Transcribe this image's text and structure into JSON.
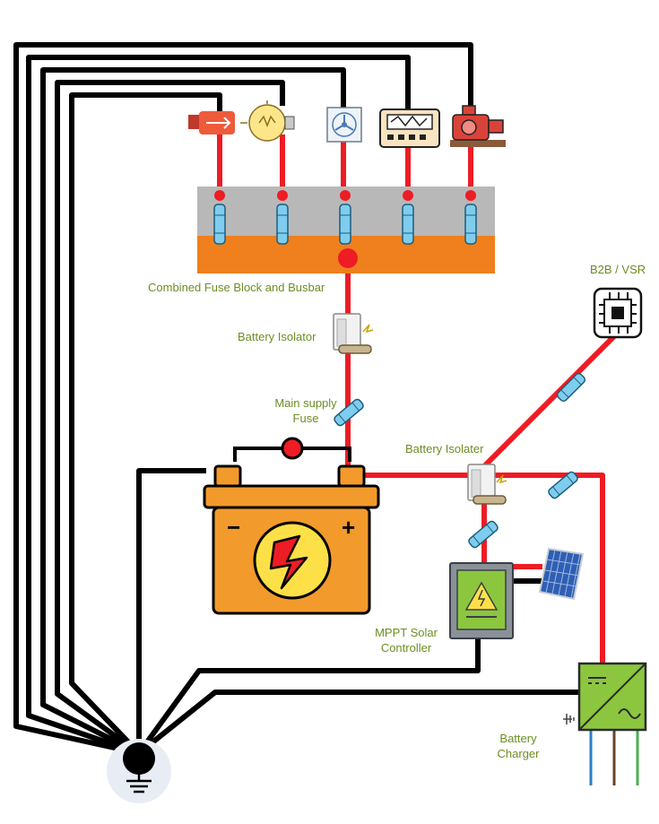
{
  "labels": {
    "fuse_block": "Combined Fuse Block and Busbar",
    "battery_isolator_top": "Battery Isolator",
    "main_fuse_line1": "Main supply",
    "main_fuse_line2": "Fuse",
    "battery_isolator_right": "Battery Isolater",
    "b2b": "B2B / VSR",
    "mppt_line1": "MPPT Solar",
    "mppt_line2": "Controller",
    "charger_line1": "Battery",
    "charger_line2": "Charger"
  },
  "battery": {
    "negative_symbol": "−",
    "positive_symbol": "+"
  },
  "loads": [
    {
      "name": "usb-socket-icon"
    },
    {
      "name": "light-bulb-icon"
    },
    {
      "name": "fan-icon"
    },
    {
      "name": "stereo-icon"
    },
    {
      "name": "water-pump-icon"
    }
  ],
  "colors": {
    "positive_wire": "#ee1c24",
    "negative_wire": "#000000",
    "busbar_top": "#b8b8b8",
    "busbar_bottom": "#f07f1d",
    "battery_body": "#f39a2c",
    "label_text": "#6b8e23",
    "charger_green": "#8cc63f",
    "mppt_green": "#8cc63f"
  }
}
